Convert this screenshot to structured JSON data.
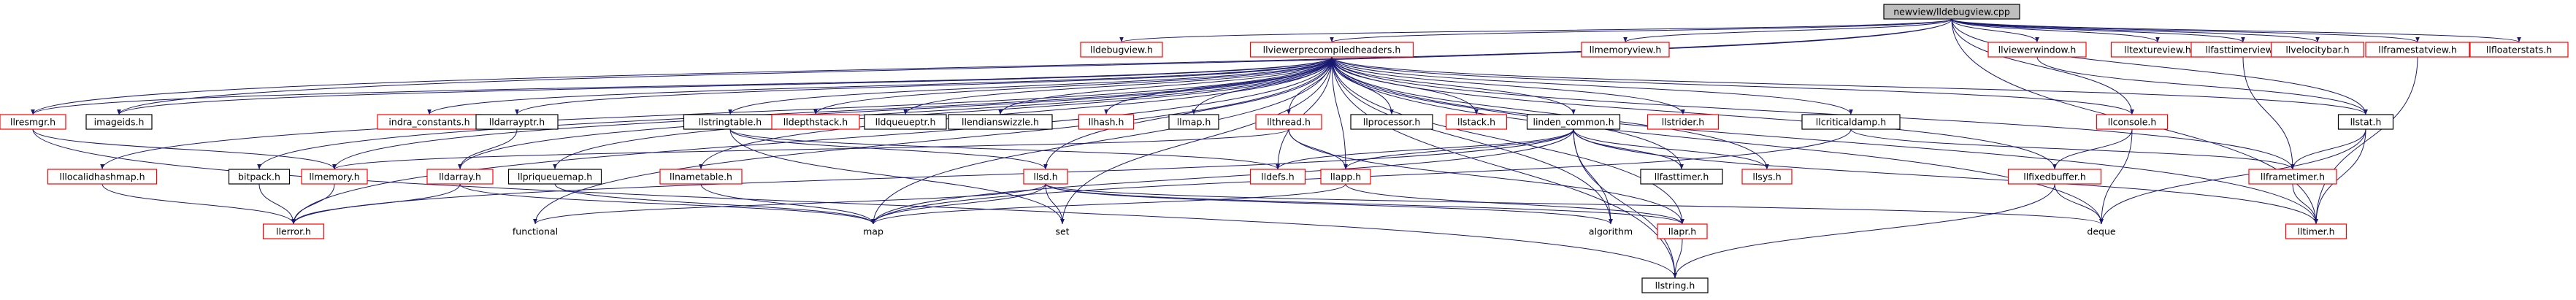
{
  "graph": {
    "root": "newview/lldebugview.cpp",
    "colors": {
      "edge": "#191970",
      "root_fill": "#bfbfbf",
      "root_border": "#000000",
      "missing_border": "#ff0000",
      "found_border": "#000000",
      "background": "#ffffff"
    },
    "nodes": [
      {
        "id": "root",
        "label": "newview/lldebugview.cpp",
        "kind": "root"
      },
      {
        "id": "lldebugview_h",
        "label": "lldebugview.h",
        "kind": "missing"
      },
      {
        "id": "llviewerprecompiledheaders_h",
        "label": "llviewerprecompiledheaders.h",
        "kind": "missing"
      },
      {
        "id": "llmemoryview_h",
        "label": "llmemoryview.h",
        "kind": "missing"
      },
      {
        "id": "llviewerwindow_h",
        "label": "llviewerwindow.h",
        "kind": "missing"
      },
      {
        "id": "lltextureview_h",
        "label": "lltextureview.h",
        "kind": "missing"
      },
      {
        "id": "llfasttimerview_h",
        "label": "llfasttimerview.h",
        "kind": "missing"
      },
      {
        "id": "llvelocitybar_h",
        "label": "llvelocitybar.h",
        "kind": "missing"
      },
      {
        "id": "llframestatview_h",
        "label": "llframestatview.h",
        "kind": "missing"
      },
      {
        "id": "llfloaterstats_h",
        "label": "llfloaterstats.h",
        "kind": "missing"
      },
      {
        "id": "llresmgr_h",
        "label": "llresmgr.h",
        "kind": "missing"
      },
      {
        "id": "imageids_h",
        "label": "imageids.h",
        "kind": "found"
      },
      {
        "id": "indra_constants_h",
        "label": "indra_constants.h",
        "kind": "missing"
      },
      {
        "id": "lldarrayptr_h",
        "label": "lldarrayptr.h",
        "kind": "found"
      },
      {
        "id": "llstringtable_h",
        "label": "llstringtable.h",
        "kind": "found"
      },
      {
        "id": "lldepthstack_h",
        "label": "lldepthstack.h",
        "kind": "missing"
      },
      {
        "id": "lldqueueptr_h",
        "label": "lldqueueptr.h",
        "kind": "found"
      },
      {
        "id": "llendianswizzle_h",
        "label": "llendianswizzle.h",
        "kind": "found"
      },
      {
        "id": "llhash_h",
        "label": "llhash.h",
        "kind": "missing"
      },
      {
        "id": "llmap_h",
        "label": "llmap.h",
        "kind": "found"
      },
      {
        "id": "llthread_h",
        "label": "llthread.h",
        "kind": "missing"
      },
      {
        "id": "llprocessor_h",
        "label": "llprocessor.h",
        "kind": "found"
      },
      {
        "id": "llstack_h",
        "label": "llstack.h",
        "kind": "missing"
      },
      {
        "id": "linden_common_h",
        "label": "linden_common.h",
        "kind": "found"
      },
      {
        "id": "llstrider_h",
        "label": "llstrider.h",
        "kind": "missing"
      },
      {
        "id": "llcriticaldamp_h",
        "label": "llcriticaldamp.h",
        "kind": "found"
      },
      {
        "id": "llconsole_h",
        "label": "llconsole.h",
        "kind": "missing"
      },
      {
        "id": "llstat_h",
        "label": "llstat.h",
        "kind": "found"
      },
      {
        "id": "lllocalidhashmap_h",
        "label": "lllocalidhashmap.h",
        "kind": "missing"
      },
      {
        "id": "bitpack_h",
        "label": "bitpack.h",
        "kind": "found"
      },
      {
        "id": "llmemory_h",
        "label": "llmemory.h",
        "kind": "missing"
      },
      {
        "id": "lldarray_h",
        "label": "lldarray.h",
        "kind": "missing"
      },
      {
        "id": "llpriqueuemap_h",
        "label": "llpriqueuemap.h",
        "kind": "found"
      },
      {
        "id": "llnametable_h",
        "label": "llnametable.h",
        "kind": "missing"
      },
      {
        "id": "lllsd_h",
        "label": "llsd.h",
        "kind": "missing"
      },
      {
        "id": "lldefs_h",
        "label": "lldefs.h",
        "kind": "missing"
      },
      {
        "id": "llapp_h",
        "label": "llapp.h",
        "kind": "missing"
      },
      {
        "id": "llfasttimer_h",
        "label": "llfasttimer.h",
        "kind": "found"
      },
      {
        "id": "llsys_h",
        "label": "llsys.h",
        "kind": "missing"
      },
      {
        "id": "llframetimer_h",
        "label": "llframetimer.h",
        "kind": "missing"
      },
      {
        "id": "llfixedbuffer_h",
        "label": "llfixedbuffer.h",
        "kind": "missing"
      },
      {
        "id": "llerror_h",
        "label": "llerror.h",
        "kind": "missing"
      },
      {
        "id": "functional",
        "label": "functional",
        "kind": "plain"
      },
      {
        "id": "map",
        "label": "map",
        "kind": "plain"
      },
      {
        "id": "set",
        "label": "set",
        "kind": "plain"
      },
      {
        "id": "algorithm",
        "label": "algorithm",
        "kind": "plain"
      },
      {
        "id": "llapr_h",
        "label": "llapr.h",
        "kind": "missing"
      },
      {
        "id": "deque",
        "label": "deque",
        "kind": "plain"
      },
      {
        "id": "lltimer_h",
        "label": "lltimer.h",
        "kind": "missing"
      },
      {
        "id": "llstring_h",
        "label": "llstring.h",
        "kind": "found"
      }
    ],
    "edges": [
      [
        "root",
        "lldebugview_h"
      ],
      [
        "root",
        "llviewerprecompiledheaders_h"
      ],
      [
        "root",
        "llmemoryview_h"
      ],
      [
        "root",
        "llviewerwindow_h"
      ],
      [
        "root",
        "lltextureview_h"
      ],
      [
        "root",
        "llfasttimerview_h"
      ],
      [
        "root",
        "llvelocitybar_h"
      ],
      [
        "root",
        "llframestatview_h"
      ],
      [
        "root",
        "llfloaterstats_h"
      ],
      [
        "root",
        "llconsole_h"
      ],
      [
        "root",
        "llstat_h"
      ],
      [
        "root",
        "llresmgr_h"
      ],
      [
        "root",
        "imageids_h"
      ],
      [
        "root",
        "lltimer_h"
      ],
      [
        "llviewerprecompiledheaders_h",
        "llresmgr_h"
      ],
      [
        "llviewerprecompiledheaders_h",
        "imageids_h"
      ],
      [
        "llviewerprecompiledheaders_h",
        "indra_constants_h"
      ],
      [
        "llviewerprecompiledheaders_h",
        "lldarrayptr_h"
      ],
      [
        "llviewerprecompiledheaders_h",
        "llstringtable_h"
      ],
      [
        "llviewerprecompiledheaders_h",
        "lldepthstack_h"
      ],
      [
        "llviewerprecompiledheaders_h",
        "lldqueueptr_h"
      ],
      [
        "llviewerprecompiledheaders_h",
        "llendianswizzle_h"
      ],
      [
        "llviewerprecompiledheaders_h",
        "llhash_h"
      ],
      [
        "llviewerprecompiledheaders_h",
        "llmap_h"
      ],
      [
        "llviewerprecompiledheaders_h",
        "llthread_h"
      ],
      [
        "llviewerprecompiledheaders_h",
        "llprocessor_h"
      ],
      [
        "llviewerprecompiledheaders_h",
        "llstack_h"
      ],
      [
        "llviewerprecompiledheaders_h",
        "linden_common_h"
      ],
      [
        "llviewerprecompiledheaders_h",
        "llstrider_h"
      ],
      [
        "llviewerprecompiledheaders_h",
        "llcriticaldamp_h"
      ],
      [
        "llviewerprecompiledheaders_h",
        "llconsole_h"
      ],
      [
        "llviewerprecompiledheaders_h",
        "llstat_h"
      ],
      [
        "llviewerprecompiledheaders_h",
        "lllocalidhashmap_h"
      ],
      [
        "llviewerprecompiledheaders_h",
        "bitpack_h"
      ],
      [
        "llviewerprecompiledheaders_h",
        "llmemory_h"
      ],
      [
        "llviewerprecompiledheaders_h",
        "lldarray_h"
      ],
      [
        "llviewerprecompiledheaders_h",
        "llpriqueuemap_h"
      ],
      [
        "llviewerprecompiledheaders_h",
        "llnametable_h"
      ],
      [
        "llviewerprecompiledheaders_h",
        "lllsd_h"
      ],
      [
        "llviewerprecompiledheaders_h",
        "lldefs_h"
      ],
      [
        "llviewerprecompiledheaders_h",
        "llapp_h"
      ],
      [
        "llviewerprecompiledheaders_h",
        "llfasttimer_h"
      ],
      [
        "llviewerprecompiledheaders_h",
        "llsys_h"
      ],
      [
        "llviewerprecompiledheaders_h",
        "llframetimer_h"
      ],
      [
        "llviewerprecompiledheaders_h",
        "llfixedbuffer_h"
      ],
      [
        "llviewerprecompiledheaders_h",
        "llerror_h"
      ],
      [
        "llviewerprecompiledheaders_h",
        "functional"
      ],
      [
        "llviewerprecompiledheaders_h",
        "map"
      ],
      [
        "llviewerprecompiledheaders_h",
        "set"
      ],
      [
        "llviewerprecompiledheaders_h",
        "algorithm"
      ],
      [
        "llviewerprecompiledheaders_h",
        "llapr_h"
      ],
      [
        "llviewerprecompiledheaders_h",
        "deque"
      ],
      [
        "llviewerprecompiledheaders_h",
        "lltimer_h"
      ],
      [
        "llviewerprecompiledheaders_h",
        "llstring_h"
      ],
      [
        "llresmgr_h",
        "llmemory_h"
      ],
      [
        "llresmgr_h",
        "llstring_h"
      ],
      [
        "lldarrayptr_h",
        "lldarray_h"
      ],
      [
        "llstringtable_h",
        "lllsd_h"
      ],
      [
        "llstringtable_h",
        "lldefs_h"
      ],
      [
        "llstringtable_h",
        "set"
      ],
      [
        "llthread_h",
        "llmemory_h"
      ],
      [
        "llthread_h",
        "llapp_h"
      ],
      [
        "llthread_h",
        "llapr_h"
      ],
      [
        "linden_common_h",
        "llerror_h"
      ],
      [
        "linden_common_h",
        "lldefs_h"
      ],
      [
        "linden_common_h",
        "llapp_h"
      ],
      [
        "linden_common_h",
        "llfasttimer_h"
      ],
      [
        "linden_common_h",
        "llsys_h"
      ],
      [
        "linden_common_h",
        "map"
      ],
      [
        "linden_common_h",
        "algorithm"
      ],
      [
        "linden_common_h",
        "llstring_h"
      ],
      [
        "linden_common_h",
        "lltimer_h"
      ],
      [
        "llcriticaldamp_h",
        "llframetimer_h"
      ],
      [
        "llcriticaldamp_h",
        "map"
      ],
      [
        "llconsole_h",
        "llfixedbuffer_h"
      ],
      [
        "llconsole_h",
        "deque"
      ],
      [
        "llstat_h",
        "llframetimer_h"
      ],
      [
        "llstat_h",
        "lltimer_h"
      ],
      [
        "llstat_h",
        "deque"
      ],
      [
        "llfasttimerview_h",
        "llframetimer_h"
      ],
      [
        "llframestatview_h",
        "lltimer_h"
      ],
      [
        "llviewerwindow_h",
        "llstat_h"
      ],
      [
        "lllocalidhashmap_h",
        "llerror_h"
      ],
      [
        "bitpack_h",
        "llerror_h"
      ],
      [
        "llmemory_h",
        "llerror_h"
      ],
      [
        "lldarray_h",
        "llerror_h"
      ],
      [
        "lldarray_h",
        "map"
      ],
      [
        "llpriqueuemap_h",
        "map"
      ],
      [
        "llnametable_h",
        "map"
      ],
      [
        "lllsd_h",
        "functional"
      ],
      [
        "lllsd_h",
        "map"
      ],
      [
        "lllsd_h",
        "set"
      ],
      [
        "lllsd_h",
        "deque"
      ],
      [
        "lllsd_h",
        "llapr_h"
      ],
      [
        "lllsd_h",
        "algorithm"
      ],
      [
        "llapp_h",
        "map"
      ],
      [
        "llapp_h",
        "llapr_h"
      ],
      [
        "llapr_h",
        "llstring_h"
      ],
      [
        "llframetimer_h",
        "lltimer_h"
      ],
      [
        "llfixedbuffer_h",
        "deque"
      ],
      [
        "llfixedbuffer_h",
        "llstring_h"
      ]
    ]
  }
}
